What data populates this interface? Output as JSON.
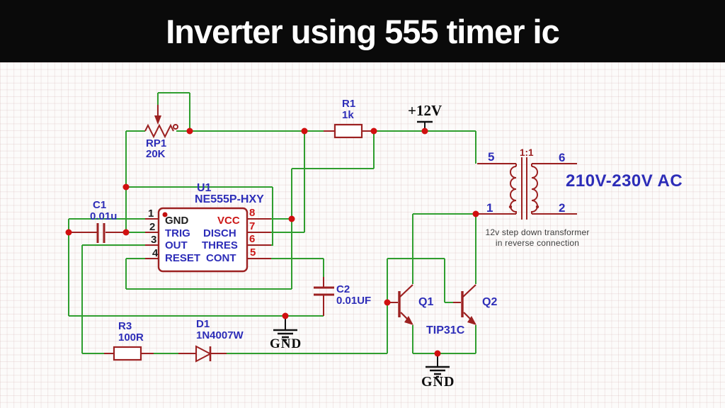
{
  "header": {
    "title": "Inverter using 555 timer ic"
  },
  "colors": {
    "wire_green": "#2f9e2f",
    "component_maroon": "#9c2121",
    "junction_red": "#d10f0f",
    "label_blue": "#2d2db8",
    "pin_number_red": "#cc1717",
    "text_black": "#1f1f1f"
  },
  "power": {
    "vcc_label": "+12V",
    "gnd_label_1": "GND",
    "gnd_label_2": "GND"
  },
  "components": {
    "rp1": {
      "ref": "RP1",
      "value": "20K"
    },
    "r1": {
      "ref": "R1",
      "value": "1k"
    },
    "r3": {
      "ref": "R3",
      "value": "100R"
    },
    "c1": {
      "ref": "C1",
      "value": "0.01u"
    },
    "c2": {
      "ref": "C2",
      "value": "0.01UF"
    },
    "d1": {
      "ref": "D1",
      "value": "1N4007W"
    },
    "q1": {
      "ref": "Q1"
    },
    "q2": {
      "ref": "Q2"
    },
    "q_shared_value": "TIP31C",
    "u1": {
      "ref": "U1",
      "value": "NE555P-HXY",
      "pins_left": [
        {
          "num": "1",
          "name": "GND"
        },
        {
          "num": "2",
          "name": "TRIG"
        },
        {
          "num": "3",
          "name": "OUT"
        },
        {
          "num": "4",
          "name": "RESET"
        }
      ],
      "pins_right": [
        {
          "num": "8",
          "name": "VCC"
        },
        {
          "num": "7",
          "name": "DISCH"
        },
        {
          "num": "6",
          "name": "THRES"
        },
        {
          "num": "5",
          "name": "CONT"
        }
      ]
    },
    "t1": {
      "ratio": "1:1",
      "pin_top_left": "5",
      "pin_top_right": "6",
      "pin_bottom_left": "1",
      "pin_bottom_right": "2",
      "output_label": "210V-230V AC",
      "note_line1": "12v step down transformer",
      "note_line2": "in reverse connection"
    }
  }
}
